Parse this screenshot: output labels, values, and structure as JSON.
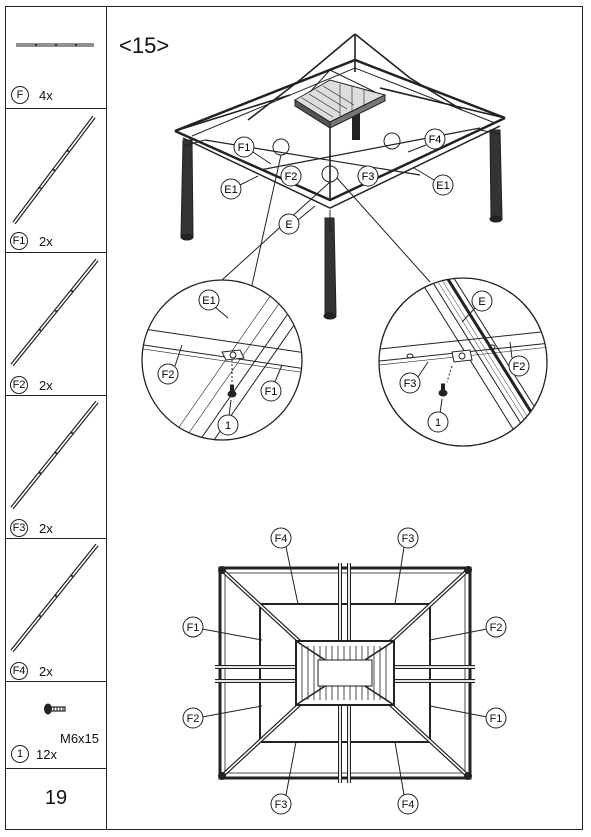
{
  "step": "<15>",
  "page_number": "19",
  "parts": [
    {
      "id": "F",
      "qty": "4x"
    },
    {
      "id": "F1",
      "qty": "2x"
    },
    {
      "id": "F2",
      "qty": "2x"
    },
    {
      "id": "F3",
      "qty": "2x"
    },
    {
      "id": "F4",
      "qty": "2x"
    }
  ],
  "screw": {
    "id": "1",
    "qty": "12x",
    "spec": "M6x15"
  },
  "labels": {
    "f1": "F1",
    "f2": "F2",
    "f3": "F3",
    "f4": "F4",
    "e": "E",
    "e1": "E1",
    "screw": "1"
  }
}
